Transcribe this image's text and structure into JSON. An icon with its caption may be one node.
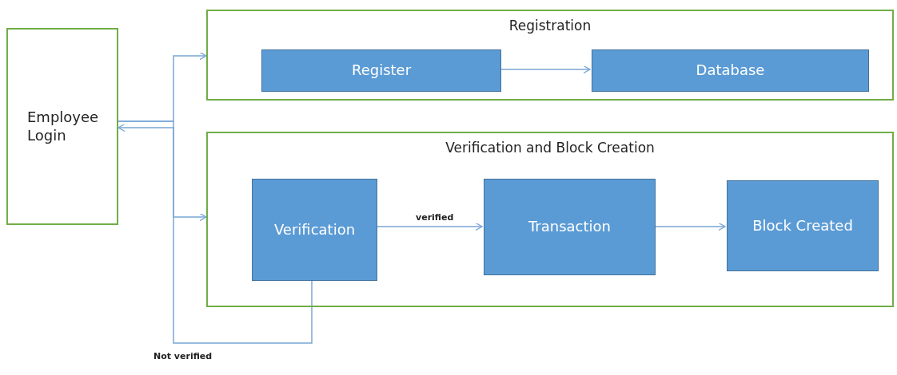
{
  "diagram": {
    "nodes": [
      {
        "text": [
          "Employee Login"
        ]
      },
      {
        "text": [
          "Registration"
        ]
      },
      {
        "text": [
          "Register"
        ],
        "in": 1
      },
      {
        "text": [
          "Database"
        ],
        "in": 1
      },
      {
        "text": [
          "Verification and Block Creation"
        ]
      },
      {
        "text": [
          "Verification"
        ],
        "in": 4
      },
      {
        "text": [
          "Transaction"
        ],
        "in": 4
      },
      {
        "text": [
          "Block Created"
        ],
        "in": 4
      }
    ],
    "edges": [
      {
        "from": 0,
        "to": 1,
        "arrow": "to"
      },
      {
        "from": 0,
        "to": 4,
        "arrow": "to"
      },
      {
        "from": 2,
        "to": 3,
        "arrow": "to"
      },
      {
        "from": 5,
        "to": 6,
        "arrow": "to",
        "label": "verified"
      },
      {
        "from": 6,
        "to": 7,
        "arrow": "to"
      },
      {
        "from": 5,
        "to": 0,
        "arrow": "to",
        "label": "Not verified"
      }
    ]
  }
}
